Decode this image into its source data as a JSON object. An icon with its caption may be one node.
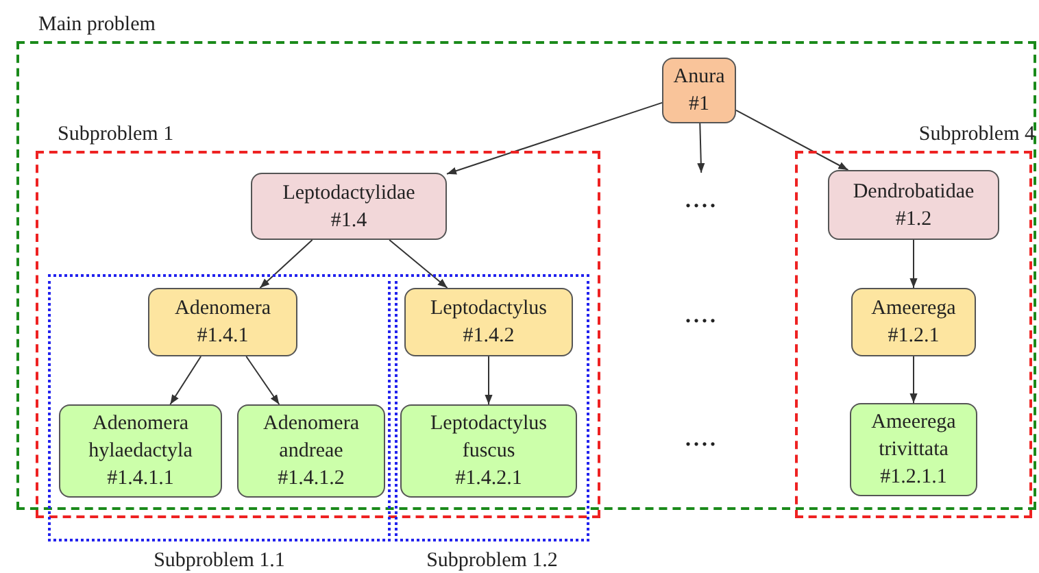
{
  "diagram": {
    "nodes": [
      {
        "text": [
          "Main problem"
        ]
      },
      {
        "text": [
          "Anura",
          "#1"
        ],
        "in": 0
      },
      {
        "text": [
          "Subproblem 1"
        ],
        "in": 0
      },
      {
        "text": [
          "Leptodactylidae",
          "#1.4"
        ],
        "in": 2
      },
      {
        "text": [
          "Subproblem 1.1"
        ]
      },
      {
        "text": [
          "Adenomera",
          "#1.4.1"
        ],
        "in": 4
      },
      {
        "text": [
          "Adenomera hylaedactyla",
          "#1.4.1.1"
        ],
        "in": 4
      },
      {
        "text": [
          "Adenomera andreae",
          "#1.4.1.2"
        ],
        "in": 4
      },
      {
        "text": [
          "Subproblem 1.2"
        ]
      },
      {
        "text": [
          "Leptodactylus",
          "#1.4.2"
        ],
        "in": 8
      },
      {
        "text": [
          "Leptodactylus fuscus",
          "#1.4.2.1"
        ],
        "in": 8
      },
      {
        "text": [
          "...."
        ],
        "in": 0
      },
      {
        "text": [
          "Subproblem 4"
        ],
        "in": 0
      },
      {
        "text": [
          "Dendrobatidae",
          "#1.2"
        ],
        "in": 12
      },
      {
        "text": [
          "Ameerega",
          "#1.2.1"
        ],
        "in": 12
      },
      {
        "text": [
          "Ameerega trivittata",
          "#1.2.1.1"
        ],
        "in": 12
      }
    ],
    "edges": [
      {
        "from": 1,
        "to": 3,
        "arrow": "to"
      },
      {
        "from": 1,
        "to": 11,
        "arrow": "to"
      },
      {
        "from": 1,
        "to": 13,
        "arrow": "to"
      },
      {
        "from": 3,
        "to": 5,
        "arrow": "to"
      },
      {
        "from": 3,
        "to": 9,
        "arrow": "to"
      },
      {
        "from": 5,
        "to": 6,
        "arrow": "to"
      },
      {
        "from": 5,
        "to": 7,
        "arrow": "to"
      },
      {
        "from": 9,
        "to": 10,
        "arrow": "to"
      },
      {
        "from": 13,
        "to": 14,
        "arrow": "to"
      },
      {
        "from": 14,
        "to": 15,
        "arrow": "to"
      }
    ],
    "labels": [
      "....",
      "...."
    ]
  }
}
